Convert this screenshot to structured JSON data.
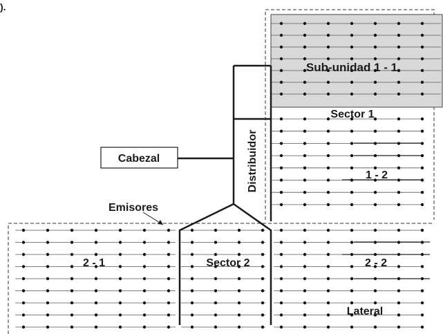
{
  "corner_fragment": ").",
  "labels": {
    "cabezal": "Cabezal",
    "distribuidor": "Distribuidor",
    "emisores": "Emisores",
    "sub_unidad_1_1": "Sub-unidad 1 - 1",
    "sector_1": "Sector 1",
    "unit_1_2": "1 - 2",
    "unit_2_1": "2 - 1",
    "sector_2": "Sector 2",
    "unit_2_2": "2 - 2",
    "lateral": "Lateral"
  },
  "colors": {
    "line": "#1a1a1a",
    "shaded_fill": "#d9d9d9",
    "background": "#ffffff"
  }
}
